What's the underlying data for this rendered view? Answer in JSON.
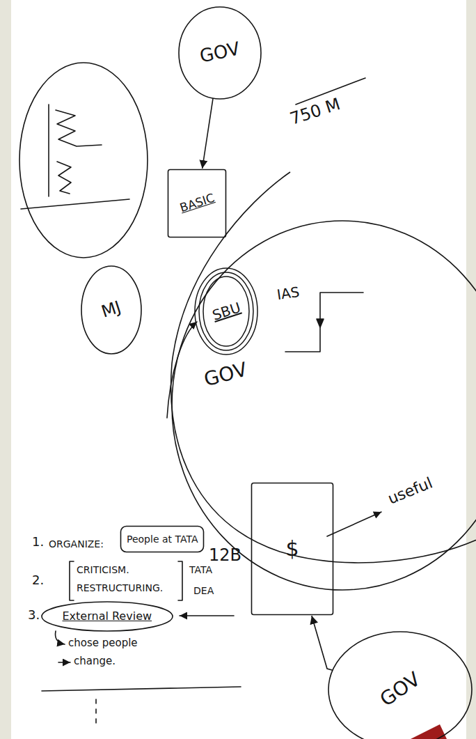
{
  "diagram": {
    "nodes": [
      {
        "text": [
          "GOV"
        ]
      },
      {
        "text": [
          "12B"
        ]
      },
      {
        "text": [
          "750 M"
        ],
        "in": 1
      },
      {
        "text": [
          "BASIC"
        ],
        "in": 2
      },
      {
        "text": [
          "MJ"
        ],
        "in": 2
      },
      {
        "text": [
          "SBU"
        ],
        "in": 2
      },
      {
        "text": [
          "$"
        ]
      },
      {
        "text": [
          "GOV"
        ]
      },
      {
        "text": [
          "People at TATA"
        ]
      },
      {
        "text": [
          "External Review"
        ]
      }
    ],
    "edges": [
      {
        "from": 0,
        "to": 3,
        "arrow": "to"
      },
      {
        "from": 7,
        "to": 6,
        "arrow": "to"
      }
    ],
    "labels": [
      "GOV",
      "IAS",
      "useful",
      "1.",
      "ORGANIZE:",
      "2.",
      "CRITICISM.",
      "RESTRUCTURING.",
      "TATA",
      "DEA",
      "3.",
      "chose people",
      "change."
    ]
  }
}
